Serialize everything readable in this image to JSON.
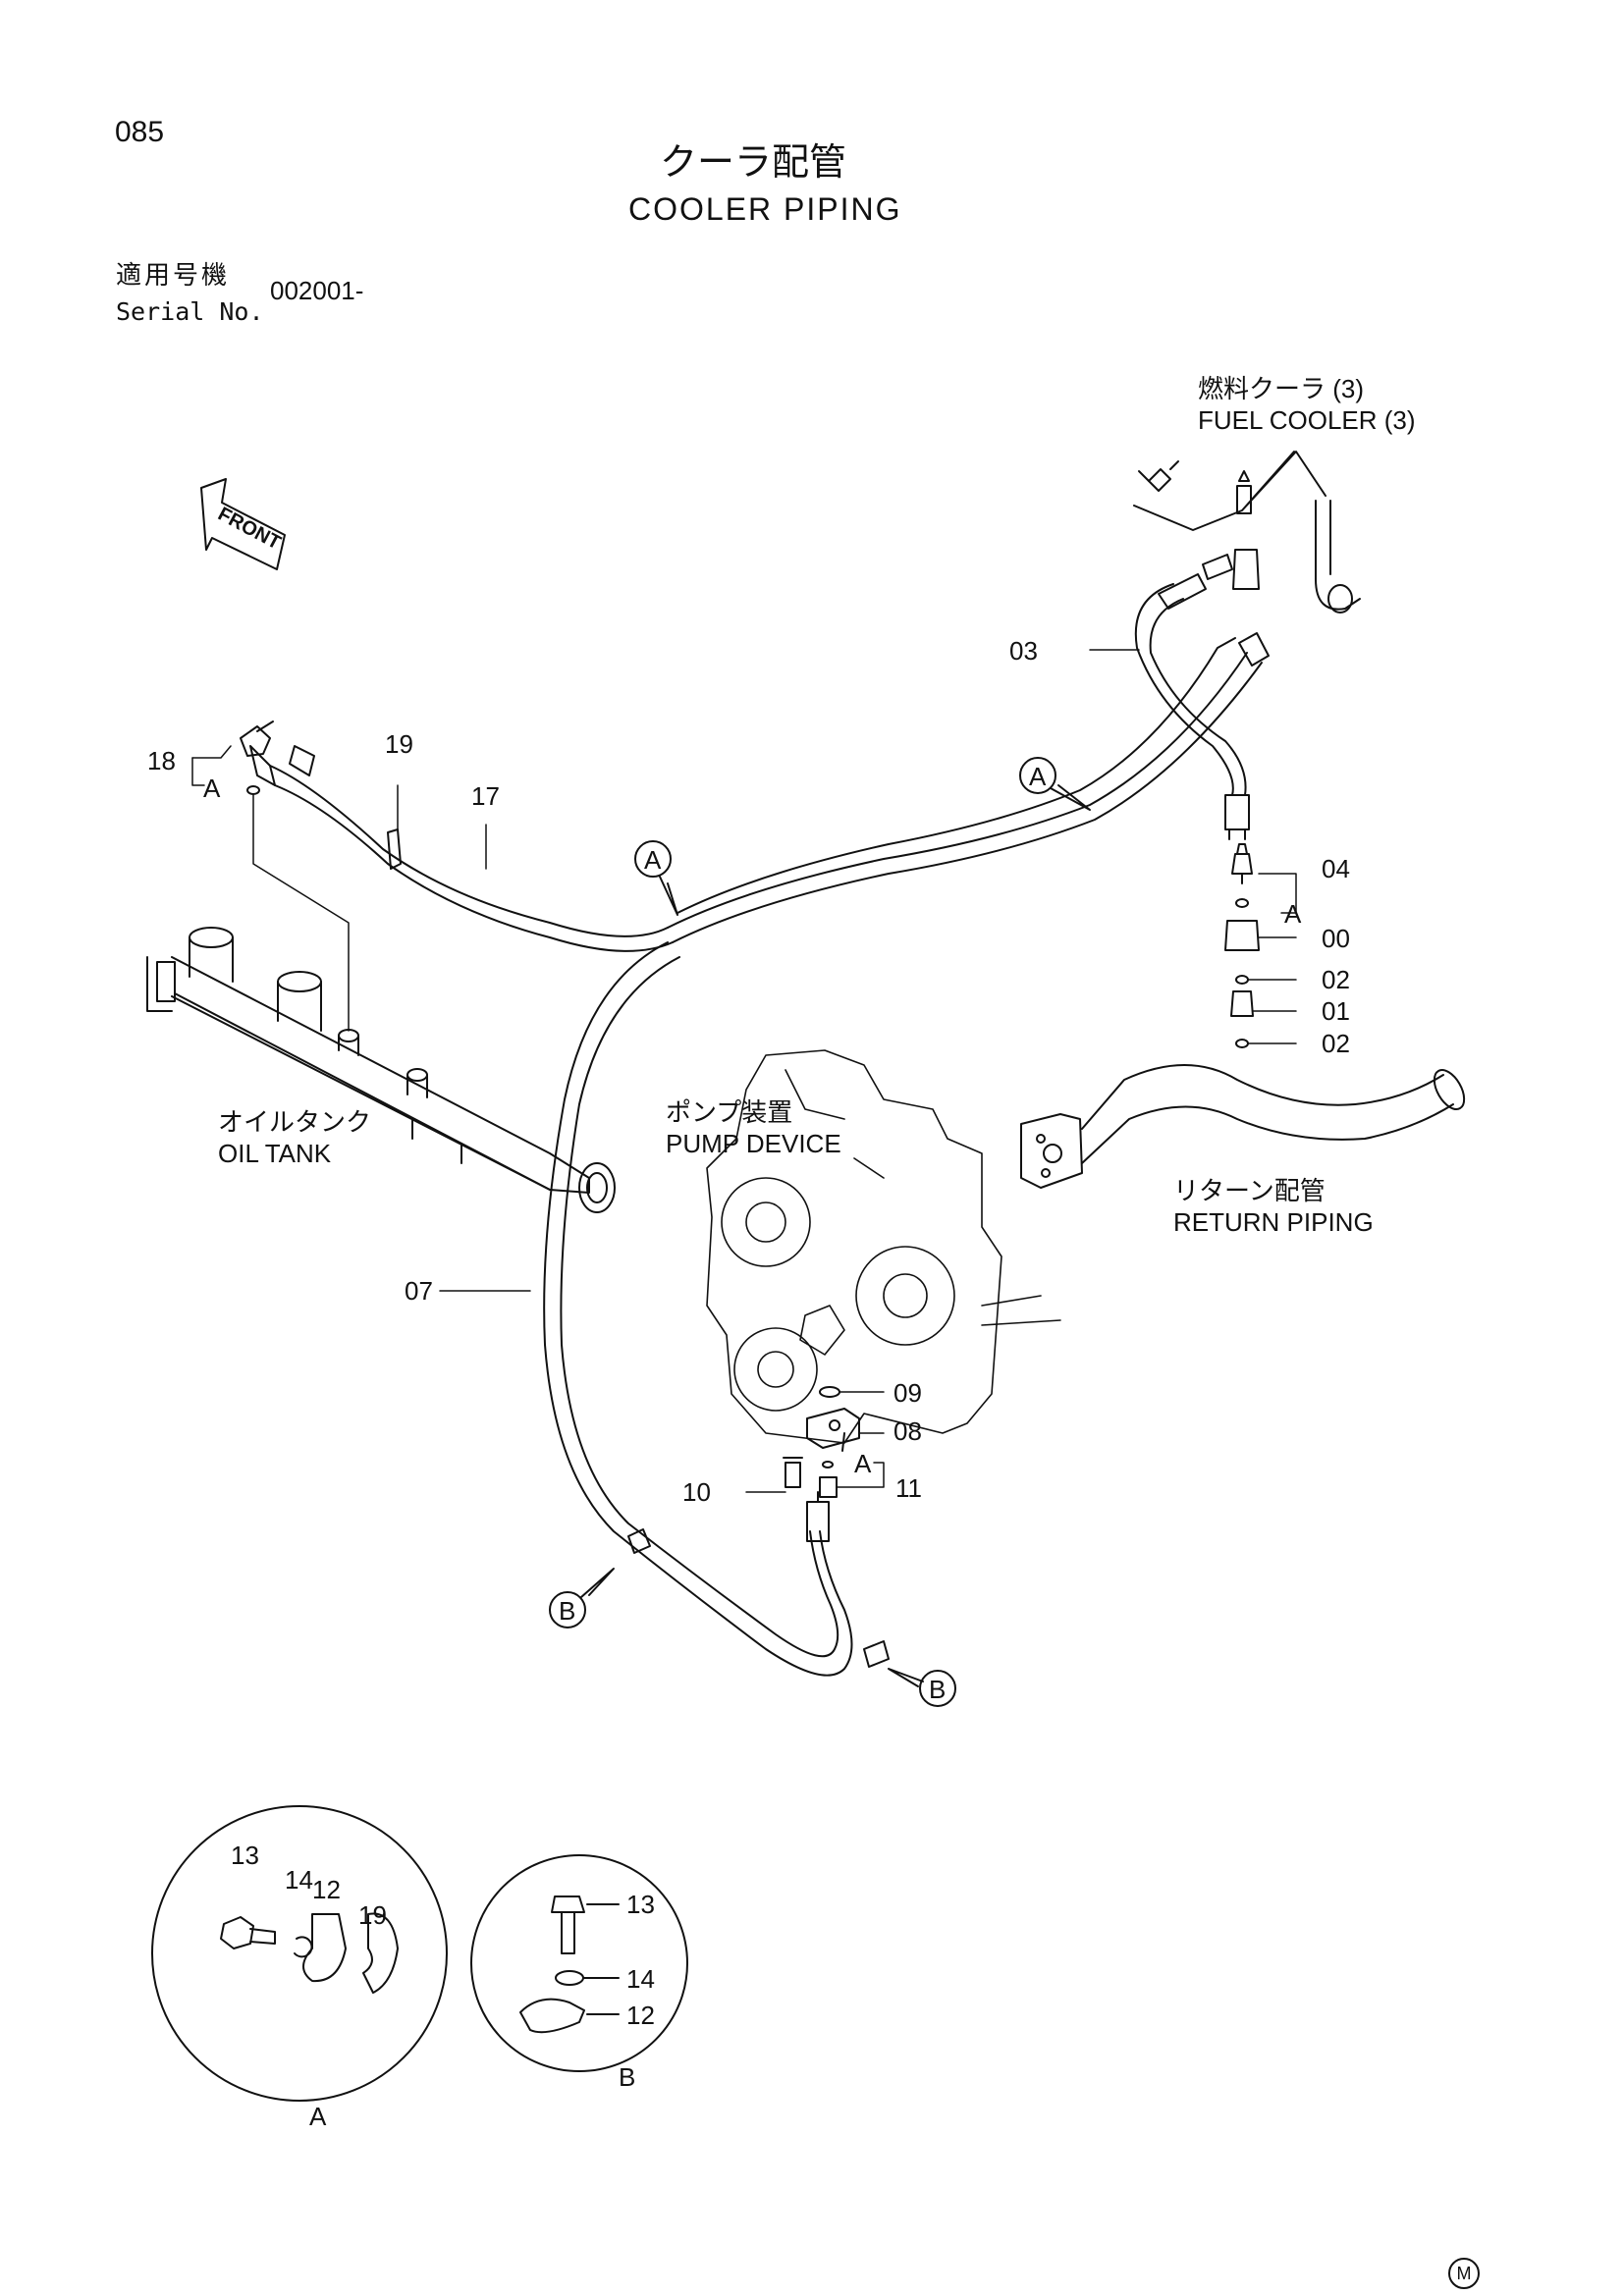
{
  "header": {
    "page_number": "085",
    "title_jp": "クーラ配管",
    "title_en": "COOLER PIPING",
    "serial_label_jp": "適用号機",
    "serial_label_en": "Serial No.",
    "serial_value": "002001-"
  },
  "labels": {
    "fuel_cooler_jp": "燃料クーラ (3)",
    "fuel_cooler_en": "FUEL COOLER (3)",
    "oil_tank_jp": "オイルタンク",
    "oil_tank_en": "OIL TANK",
    "pump_device_jp": "ポンプ装置",
    "pump_device_en": "PUMP DEVICE",
    "return_piping_jp": "リターン配管",
    "return_piping_en": "RETURN PIPING",
    "front_arrow": "FRONT",
    "detail_a": "A",
    "detail_b": "B",
    "maker_mark": "M"
  },
  "part_numbers": {
    "p00": "00",
    "p01": "01",
    "p02a": "02",
    "p02b": "02",
    "p03": "03",
    "p04": "04",
    "p07": "07",
    "p08": "08",
    "p09": "09",
    "p10": "10",
    "p11": "11",
    "p17": "17",
    "p18": "18",
    "p19": "19",
    "detailA_13": "13",
    "detailA_14": "14",
    "detailA_12": "12",
    "detailA_19": "19",
    "detailB_13": "13",
    "detailB_14": "14",
    "detailB_12": "12"
  },
  "callouts": {
    "a1": "A",
    "a2": "A",
    "a3": "A",
    "a4": "A",
    "a5": "A",
    "b1": "B",
    "b2": "B"
  }
}
